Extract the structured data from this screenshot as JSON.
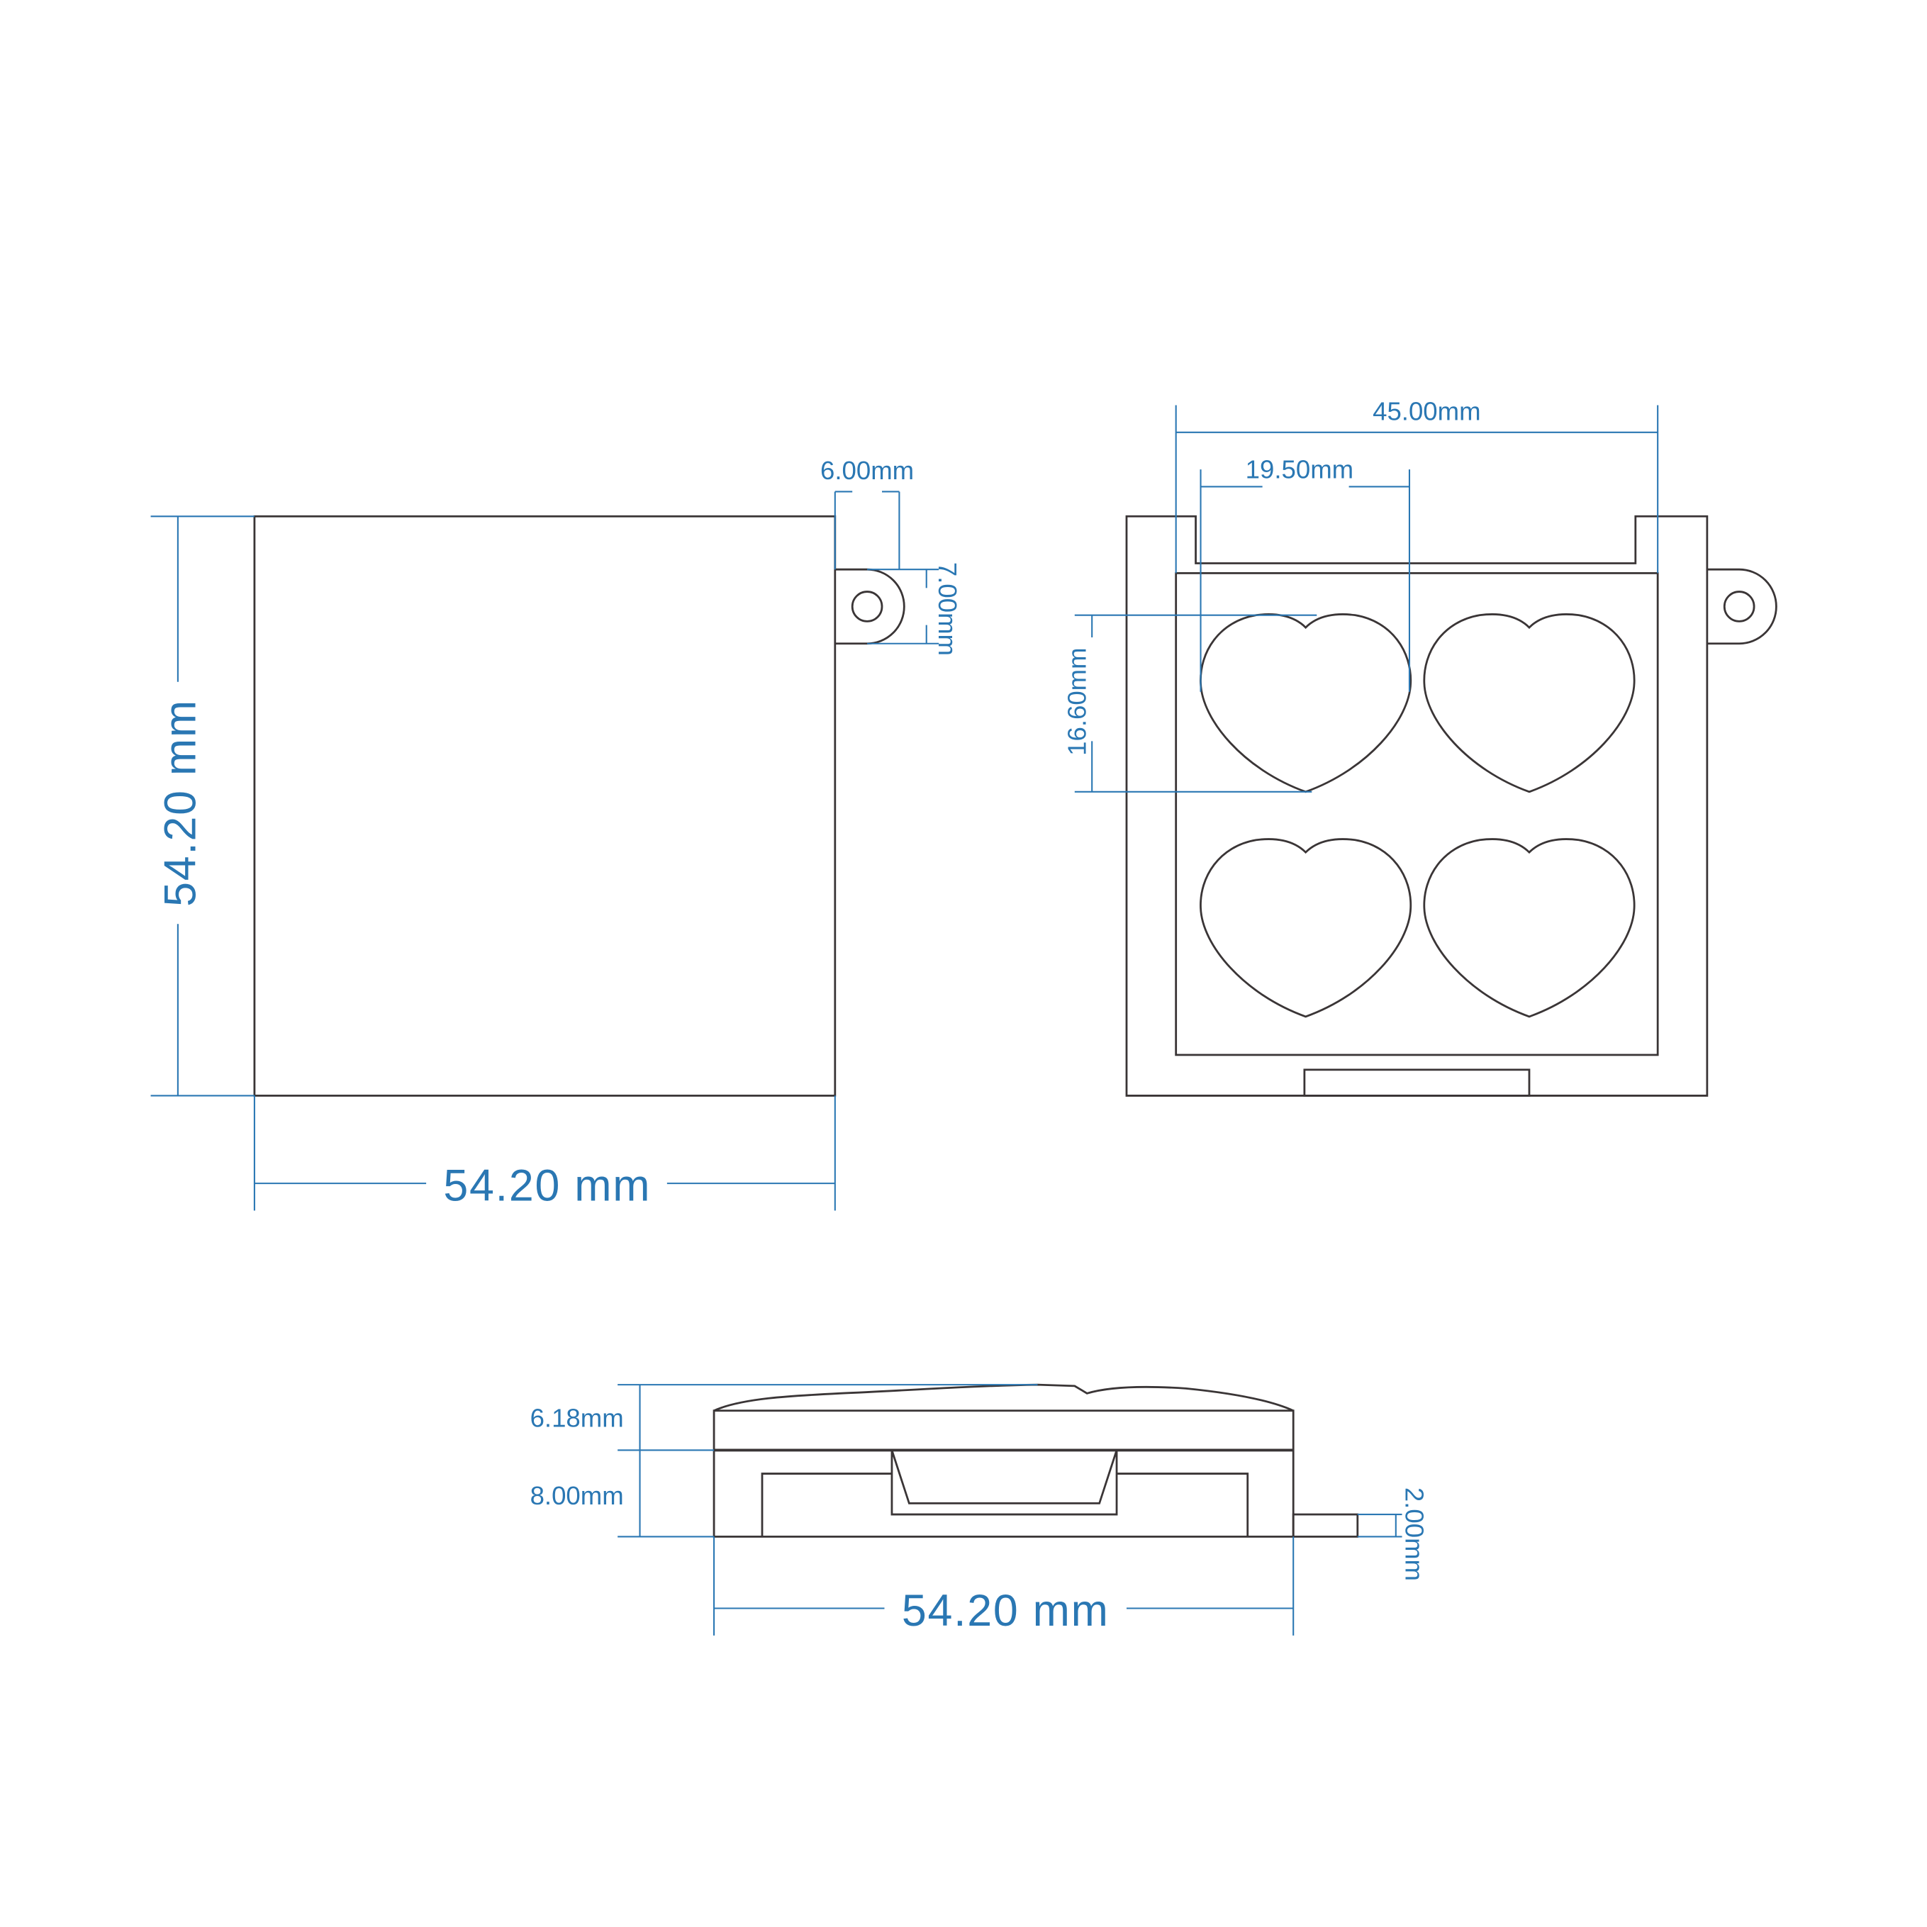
{
  "front_view": {
    "width_label": "54.20 mm",
    "height_label": "54.20 mm",
    "tab_width_label": "6.00mm",
    "tab_height_label": "7.00mm"
  },
  "top_view": {
    "inner_width_label": "45.00mm",
    "heart_width_label": "19.50mm",
    "heart_height_label": "16.60mm"
  },
  "side_view": {
    "lid_height_label": "6.18mm",
    "base_height_label": "8.00mm",
    "tab_thickness_label": "2.00mm",
    "width_label": "54.20 mm"
  },
  "colors": {
    "dimension": "#2a77b3",
    "outline": "#3a3536"
  }
}
